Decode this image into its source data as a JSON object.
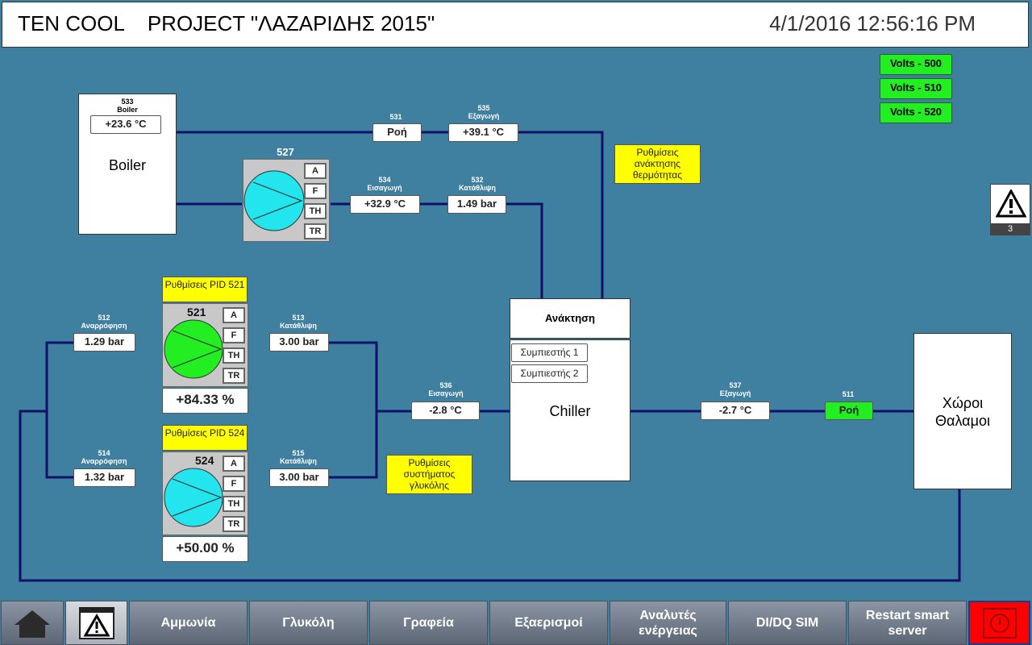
{
  "header": {
    "title": "TEN COOL    PROJECT \"ΛΑΖΑΡΙΔΗΣ 2015\"",
    "datetime": "4/1/2016 12:56:16 PM"
  },
  "boiler": {
    "sensor_id": "533",
    "sensor_name": "Boiler",
    "temp": "+23.6 °C",
    "label": "Boiler"
  },
  "top_line": {
    "flow_id": "531",
    "flow_label": "Ροή",
    "exhaust_id": "535",
    "exhaust_name": "Εξαγωγή",
    "exhaust_temp": "+39.1 °C"
  },
  "pump527": {
    "id": "527",
    "modes": [
      "A",
      "F",
      "TH",
      "TR"
    ],
    "inlet_id": "534",
    "inlet_name": "Εισαγωγή",
    "inlet_temp": "+32.9 °C",
    "discharge_id": "532",
    "discharge_name": "Κατάθλιψη",
    "discharge_value": "1.49 bar"
  },
  "heat_recovery_settings": "Ρυθμίσεις ανάκτησης θερμότητας",
  "volts": [
    "Volts - 500",
    "Volts - 510",
    "Volts - 520"
  ],
  "alarm": {
    "count": "3"
  },
  "pump521": {
    "id": "521",
    "pid_label": "Ρυθμίσεις PID 521",
    "modes": [
      "A",
      "F",
      "TH",
      "TR"
    ],
    "percent": "+84.33 %",
    "suction_id": "512",
    "suction_name": "Αναρρόφηση",
    "suction_value": "1.29 bar",
    "discharge_id": "513",
    "discharge_name": "Κατάθλιψη",
    "discharge_value": "3.00 bar"
  },
  "pump524": {
    "id": "524",
    "pid_label": "Ρυθμίσεις PID 524",
    "modes": [
      "A",
      "F",
      "TH",
      "TR"
    ],
    "percent": "+50.00 %",
    "suction_id": "514",
    "suction_name": "Αναρρόφηση",
    "suction_value": "1.32 bar",
    "discharge_id": "515",
    "discharge_name": "Κατάθλιψη",
    "discharge_value": "3.00 bar"
  },
  "glycol_settings": "Ρυθμίσεις συστήματος γλυκόλης",
  "chiller": {
    "recovery_label": "Ανάκτηση",
    "compressor1": "Συμπιεστής 1",
    "compressor2": "Συμπιεστής 2",
    "label": "Chiller",
    "inlet_id": "536",
    "inlet_name": "Εισαγωγή",
    "inlet_temp": "-2.8 °C",
    "outlet_id": "537",
    "outlet_name": "Εξαγωγή",
    "outlet_temp": "-2.7 °C",
    "flow_id": "511",
    "flow_label": "Ροή"
  },
  "rooms": {
    "label": "Χώροι Θαλαμοι"
  },
  "toolbar": {
    "items": [
      "Αμμωνία",
      "Γλυκόλη",
      "Γραφεία",
      "Εξαερισμοί",
      "Αναλυτές ενέργειας",
      "DI/DQ SIM",
      "Restart smart server"
    ]
  },
  "colors": {
    "background": "#3f7fa0",
    "pipe": "#10106a",
    "pump_on": "#22ee22",
    "pump_off": "#22e5ee",
    "setting": "#ffff00",
    "alarm_btn": "#ff0000"
  }
}
